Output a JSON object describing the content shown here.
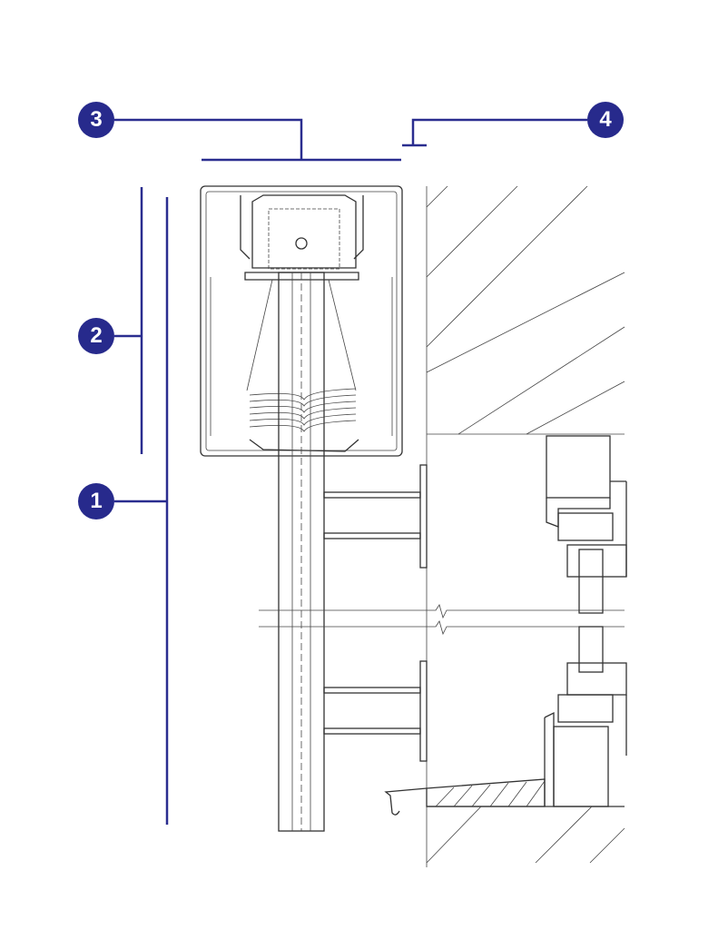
{
  "colors": {
    "callout": "#272a8c",
    "linework": "#333333"
  },
  "callouts": [
    {
      "label": "1"
    },
    {
      "label": "2"
    },
    {
      "label": "3"
    },
    {
      "label": "4"
    }
  ]
}
